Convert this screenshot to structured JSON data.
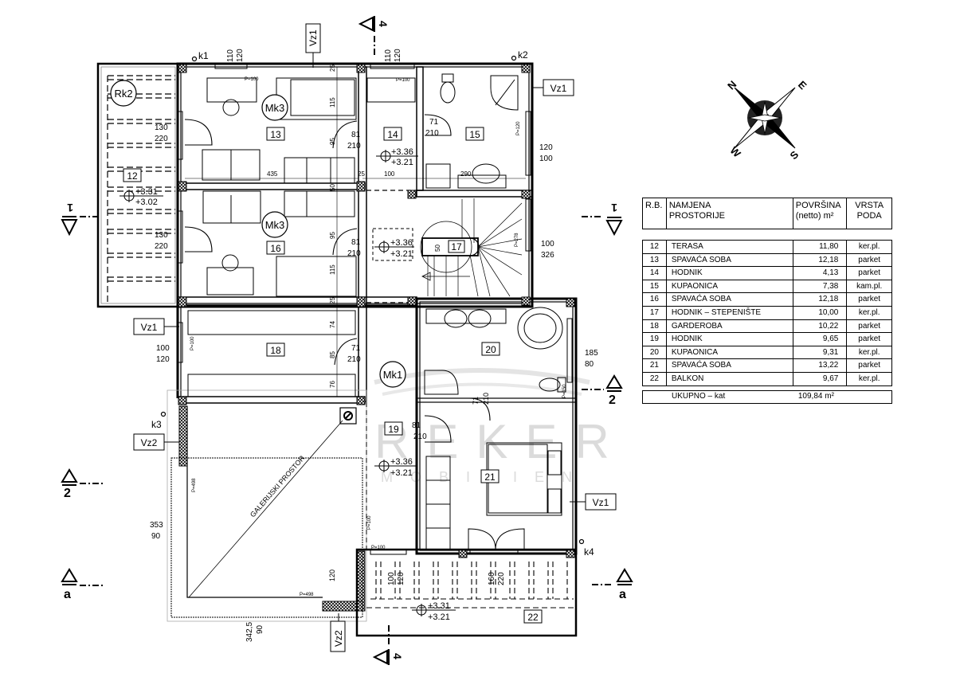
{
  "plan": {
    "rooms": [
      {
        "no": "12"
      },
      {
        "no": "13"
      },
      {
        "no": "14"
      },
      {
        "no": "15"
      },
      {
        "no": "16"
      },
      {
        "no": "17"
      },
      {
        "no": "18"
      },
      {
        "no": "19"
      },
      {
        "no": "20"
      },
      {
        "no": "21"
      },
      {
        "no": "22"
      }
    ],
    "markers": {
      "rk2": "Rk2",
      "mk3a": "Mk3",
      "mk3b": "Mk3",
      "mk1": "Mk1"
    },
    "wall_tags": {
      "vz1_top": "Vz1",
      "vz1_right": "Vz1",
      "vz1_left": "Vz1",
      "vz1_bedroom": "Vz1",
      "vz2_left": "Vz2",
      "vz2_bottom": "Vz2"
    },
    "corners": {
      "k1": "k1",
      "k2": "k2",
      "k3": "k3",
      "k4": "k4"
    },
    "sections": {
      "s1": "1",
      "s2": "2",
      "s4": "4",
      "sa": "a"
    },
    "levels": {
      "terrace": {
        "top": "+3.31",
        "bottom": "+3.02"
      },
      "hall14": {
        "top": "+3.36",
        "bottom": "+3.21"
      },
      "hall17": {
        "top": "+3.36",
        "bottom": "+3.21"
      },
      "hall19": {
        "top": "+3.36",
        "bottom": "+3.21"
      },
      "balcony": {
        "top": "+3.31",
        "bottom": "+3.21"
      }
    },
    "dims": {
      "win13_w": "110",
      "win13_h": "120",
      "p100_13": "P=100",
      "win14_w": "110",
      "win14_h": "120",
      "p100_14": "P=100",
      "d13_t": "130",
      "d13_b": "220",
      "d16_t": "130",
      "d16_b": "220",
      "door13_t": "81",
      "door13_b": "210",
      "door16_t": "81",
      "door16_b": "210",
      "door15_t": "71",
      "door15_b": "210",
      "door18_t": "71",
      "door18_b": "210",
      "door19_t": "81",
      "door19_b": "210",
      "door20_t": "71",
      "door20_b": "210",
      "w15_t": "120",
      "w15_b": "100",
      "p120": "P=120",
      "w17_t": "100",
      "w17_b": "326",
      "p278": "P=278",
      "w18_t": "100",
      "w18_b": "120",
      "p100_18": "P=100",
      "w20_t": "185",
      "w20_b": "80",
      "p150": "P=150",
      "gal_t": "353",
      "gal_b": "90",
      "gal2_t": "342,5",
      "gal2_b": "90",
      "p498a": "P=498",
      "p498b": "P=498",
      "p100_19": "P=100",
      "p100_bal": "P=100",
      "h120": "120",
      "bal1_t": "100",
      "bal1_b": "120",
      "bal2_t": "160",
      "bal2_b": "220",
      "len435": "435",
      "d25a": "25",
      "d25b": "25",
      "d25c": "25",
      "d25d": "25",
      "d100": "100",
      "d290": "290",
      "d115a": "115",
      "d115b": "115",
      "d95a": "95",
      "d95b": "95",
      "d50a": "50",
      "d50b": "50",
      "d74": "74",
      "d85": "85",
      "d76": "76",
      "stair50": "50"
    },
    "gallery_label": "GALERIJSKI PROSTOR",
    "watermark": {
      "line1": "REKER",
      "line2": "MOBILIEN"
    },
    "compass": {
      "n": "N",
      "e": "E",
      "s": "S",
      "w": "W"
    }
  },
  "legend": {
    "headers": {
      "rb": "R.B.",
      "name_1": "NAMJENA",
      "name_2": "PROSTORIJE",
      "area_1": "POVRŠINA",
      "area_2": "(netto) m²",
      "floor_1": "VRSTA",
      "floor_2": "PODA"
    },
    "rows": [
      {
        "rb": "12",
        "name": "TERASA",
        "area": "11,80",
        "floor": "ker.pl."
      },
      {
        "rb": "13",
        "name": "SPAVAĆA SOBA",
        "area": "12,18",
        "floor": "parket"
      },
      {
        "rb": "14",
        "name": "HODNIK",
        "area": "4,13",
        "floor": "parket"
      },
      {
        "rb": "15",
        "name": "KUPAONICA",
        "area": "7,38",
        "floor": "kam.pl."
      },
      {
        "rb": "16",
        "name": "SPAVAĆA SOBA",
        "area": "12,18",
        "floor": "parket"
      },
      {
        "rb": "17",
        "name": "HODNIK – STEPENIŠTE",
        "area": "10,00",
        "floor": "ker.pl."
      },
      {
        "rb": "18",
        "name": "GARDEROBA",
        "area": "10,22",
        "floor": "parket"
      },
      {
        "rb": "19",
        "name": "HODNIK",
        "area": "9,65",
        "floor": "parket"
      },
      {
        "rb": "20",
        "name": "KUPAONICA",
        "area": "9,31",
        "floor": "ker.pl."
      },
      {
        "rb": "21",
        "name": "SPAVAĆA SOBA",
        "area": "13,22",
        "floor": "parket"
      },
      {
        "rb": "22",
        "name": "BALKON",
        "area": "9,67",
        "floor": "ker.pl."
      }
    ],
    "total": {
      "label": "UKUPNO – kat",
      "value": "109,84 m²"
    }
  }
}
